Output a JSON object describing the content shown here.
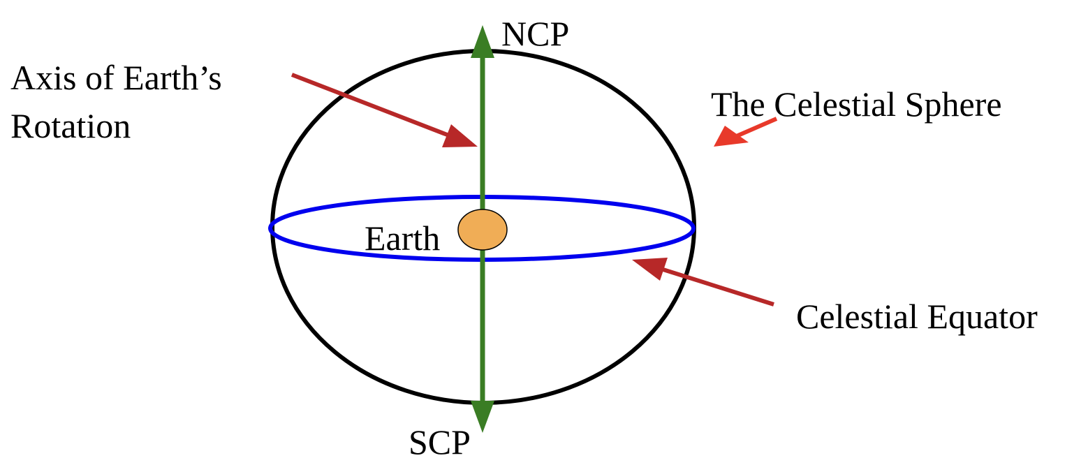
{
  "title": "The Celestial Sphere",
  "labels": {
    "ncp": "NCP",
    "scp": "SCP",
    "axis_line1": "Axis of Earth’s",
    "axis_line2": "Rotation",
    "sphere": "The Celestial Sphere",
    "earth": "Earth",
    "equator": "Celestial Equator"
  },
  "colors": {
    "sphere": "#000000",
    "equator": "#0000EE",
    "axis": "#3A7D24",
    "earth": "#F0AD56",
    "pointer_dark": "#B72828",
    "pointer_bright": "#E8392A"
  }
}
